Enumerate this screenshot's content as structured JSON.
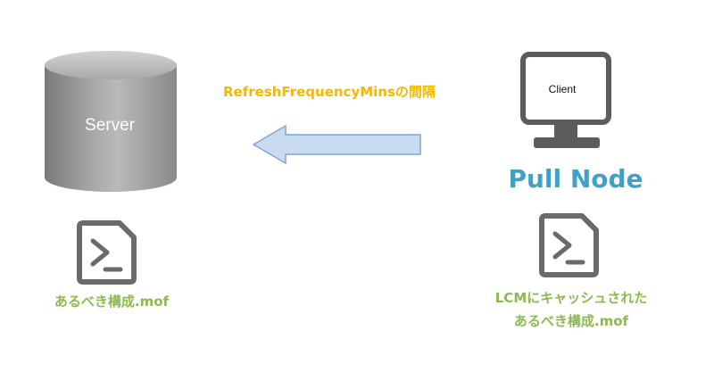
{
  "server": {
    "label": "Server"
  },
  "arrow": {
    "label": "RefreshFrequencyMinsの間隔"
  },
  "client": {
    "label": "Client",
    "node_title": "Pull Node"
  },
  "left_file": {
    "label": "あるべき構成.mof"
  },
  "right_file": {
    "line1": "LCMにキャッシュされた",
    "line2": "あるべき構成.mof"
  },
  "colors": {
    "interval_text": "#f5b800",
    "mof_text": "#8dba4f",
    "pull_node_text": "#3fa0c8",
    "arrow_fill": "#c9dbf0",
    "arrow_stroke": "#7ea6d6",
    "monitor": "#5c5c5c",
    "file_icon": "#6a6a6a"
  },
  "icons": {
    "server": "database-cylinder-icon",
    "client": "monitor-icon",
    "file": "powershell-script-file-icon",
    "arrow": "left-arrow-icon"
  }
}
